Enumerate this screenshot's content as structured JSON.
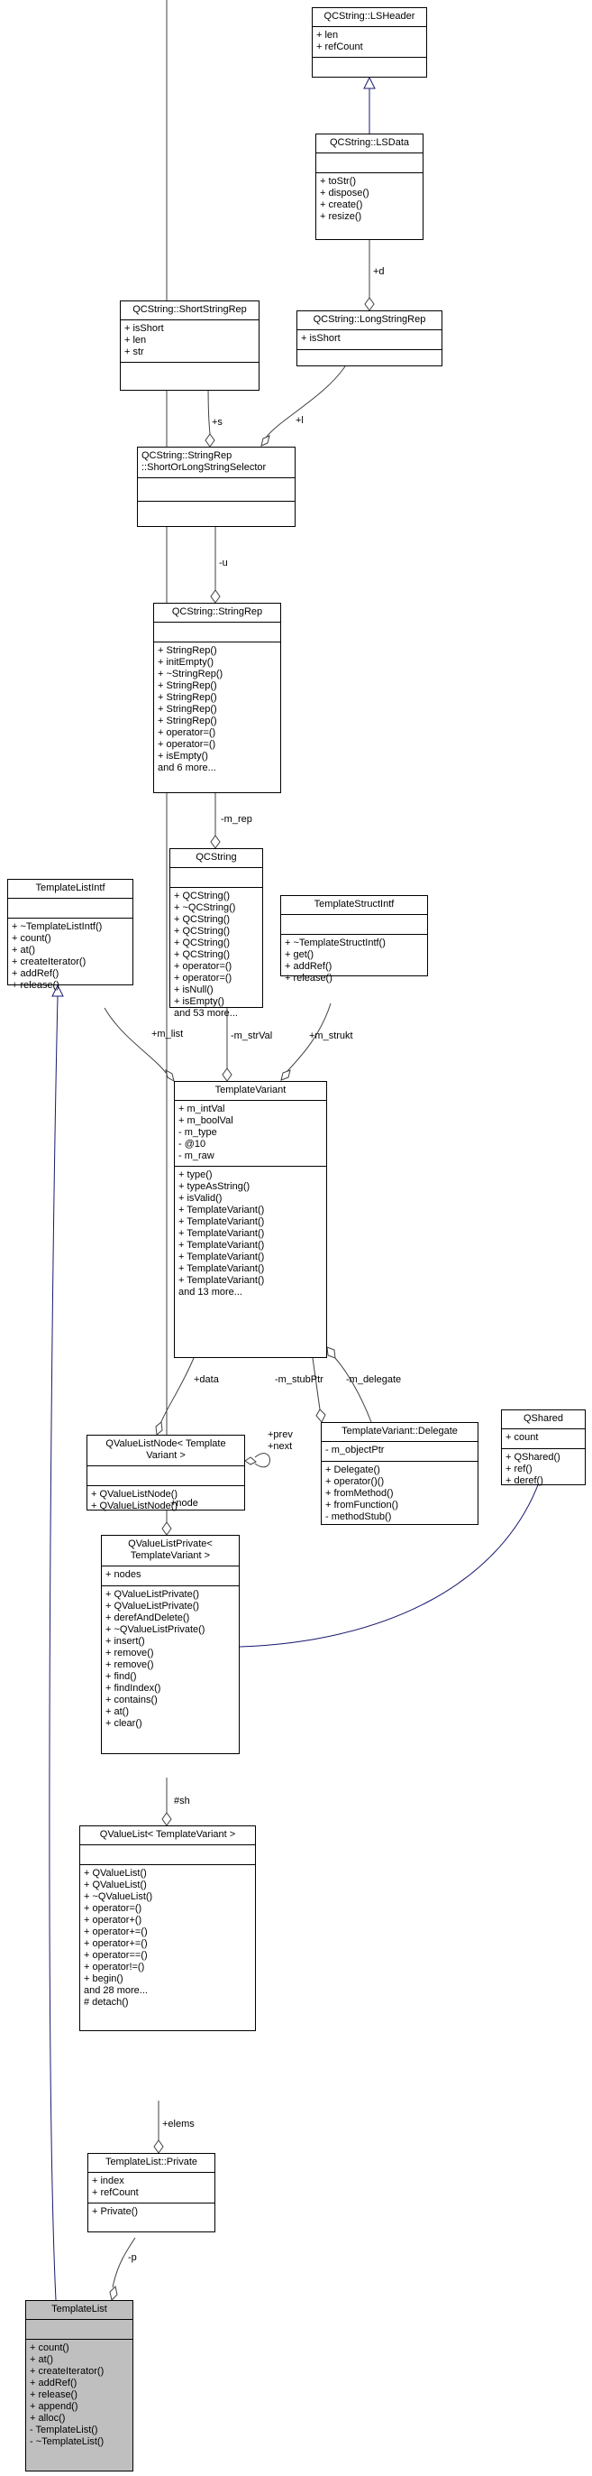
{
  "classes": {
    "ls_header": {
      "title": [
        "QCString::LSHeader"
      ],
      "attrs": [
        "+ len",
        "+ refCount"
      ],
      "methods": []
    },
    "ls_data": {
      "title": [
        "QCString::LSData"
      ],
      "attrs": [],
      "methods": [
        "+ toStr()",
        "+ dispose()",
        "+ create()",
        "+ resize()"
      ]
    },
    "short_string_rep": {
      "title": [
        "QCString::ShortStringRep"
      ],
      "attrs": [
        "+ isShort",
        "+ len",
        "+ str"
      ],
      "methods": []
    },
    "long_string_rep": {
      "title": [
        "QCString::LongStringRep"
      ],
      "attrs": [
        "+ isShort"
      ],
      "methods": []
    },
    "short_or_long_selector": {
      "title": [
        "QCString::StringRep",
        "::ShortOrLongStringSelector"
      ],
      "attrs": [],
      "methods": []
    },
    "string_rep": {
      "title": [
        "QCString::StringRep"
      ],
      "attrs": [],
      "methods": [
        "+ StringRep()",
        "+ initEmpty()",
        "+ ~StringRep()",
        "+ StringRep()",
        "+ StringRep()",
        "+ StringRep()",
        "+ StringRep()",
        "+ operator=()",
        "+ operator=()",
        "+ isEmpty()",
        "and 6 more..."
      ]
    },
    "qcstring": {
      "title": [
        "QCString"
      ],
      "attrs": [],
      "methods": [
        "+ QCString()",
        "+ ~QCString()",
        "+ QCString()",
        "+ QCString()",
        "+ QCString()",
        "+ QCString()",
        "+ operator=()",
        "+ operator=()",
        "+ isNull()",
        "+ isEmpty()",
        "and 53 more..."
      ]
    },
    "template_list_intf": {
      "title": [
        "TemplateListIntf"
      ],
      "attrs": [],
      "methods": [
        "+ ~TemplateListIntf()",
        "+ count()",
        "+ at()",
        "+ createIterator()",
        "+ addRef()",
        "+ release()"
      ]
    },
    "template_struct_intf": {
      "title": [
        "TemplateStructIntf"
      ],
      "attrs": [],
      "methods": [
        "+ ~TemplateStructIntf()",
        "+ get()",
        "+ addRef()",
        "+ release()"
      ]
    },
    "template_variant": {
      "title": [
        "TemplateVariant"
      ],
      "attrs": [
        "+ m_intVal",
        "+ m_boolVal",
        "- m_type",
        "- @10",
        "- m_raw"
      ],
      "methods": [
        "+ type()",
        "+ typeAsString()",
        "+ isValid()",
        "+ TemplateVariant()",
        "+ TemplateVariant()",
        "+ TemplateVariant()",
        "+ TemplateVariant()",
        "+ TemplateVariant()",
        "+ TemplateVariant()",
        "+ TemplateVariant()",
        "and 13 more..."
      ]
    },
    "qvaluelist_node": {
      "title": [
        "QValueListNode< Template",
        "Variant >"
      ],
      "attrs": [],
      "methods": [
        "+ QValueListNode()",
        "+ QValueListNode()"
      ]
    },
    "delegate": {
      "title": [
        "TemplateVariant::Delegate"
      ],
      "attrs": [
        "- m_objectPtr"
      ],
      "methods": [
        "+ Delegate()",
        "+ operator()()",
        "+ fromMethod()",
        "+ fromFunction()",
        "- methodStub()"
      ]
    },
    "qshared": {
      "title": [
        "QShared"
      ],
      "attrs": [
        "+ count"
      ],
      "methods": [
        "+ QShared()",
        "+ ref()",
        "+ deref()"
      ]
    },
    "qvaluelist_private": {
      "title": [
        "QValueListPrivate<",
        "TemplateVariant >"
      ],
      "attrs": [
        "+ nodes"
      ],
      "methods": [
        "+ QValueListPrivate()",
        "+ QValueListPrivate()",
        "+ derefAndDelete()",
        "+ ~QValueListPrivate()",
        "+ insert()",
        "+ remove()",
        "+ remove()",
        "+ find()",
        "+ findIndex()",
        "+ contains()",
        "+ at()",
        "+ clear()"
      ]
    },
    "qvaluelist": {
      "title": [
        "QValueList< TemplateVariant >"
      ],
      "attrs": [],
      "methods": [
        "+ QValueList()",
        "+ QValueList()",
        "+ ~QValueList()",
        "+ operator=()",
        "+ operator+()",
        "+ operator+=()",
        "+ operator+=()",
        "+ operator==()",
        "+ operator!=()",
        "+ begin()",
        "and 28 more...",
        "# detach()"
      ]
    },
    "template_list_private": {
      "title": [
        "TemplateList::Private"
      ],
      "attrs": [
        "+ index",
        "+ refCount"
      ],
      "methods": [
        "+ Private()"
      ]
    },
    "template_list": {
      "title": [
        "TemplateList"
      ],
      "attrs": [],
      "methods": [
        "+ count()",
        "+ at()",
        "+ createIterator()",
        "+ addRef()",
        "+ release()",
        "+ append()",
        "+ alloc()",
        "- TemplateList()",
        "- ~TemplateList()"
      ]
    }
  },
  "edge_labels": {
    "d": "+d",
    "s": "+s",
    "l": "+l",
    "u": "-u",
    "m_rep": "-m_rep",
    "m_list": "+m_list",
    "m_strVal": "-m_strVal",
    "m_strukt": "+m_strukt",
    "data": "+data",
    "prev": "+prev",
    "next": "+next",
    "m_stubPtr": "-m_stubPtr",
    "m_delegate": "-m_delegate",
    "node": "+node",
    "sh": "#sh",
    "elems": "+elems",
    "p": "-p"
  },
  "colors": {
    "inheritance": "#191970",
    "association": "#404040",
    "highlight_fill": "#bfbfbf"
  }
}
